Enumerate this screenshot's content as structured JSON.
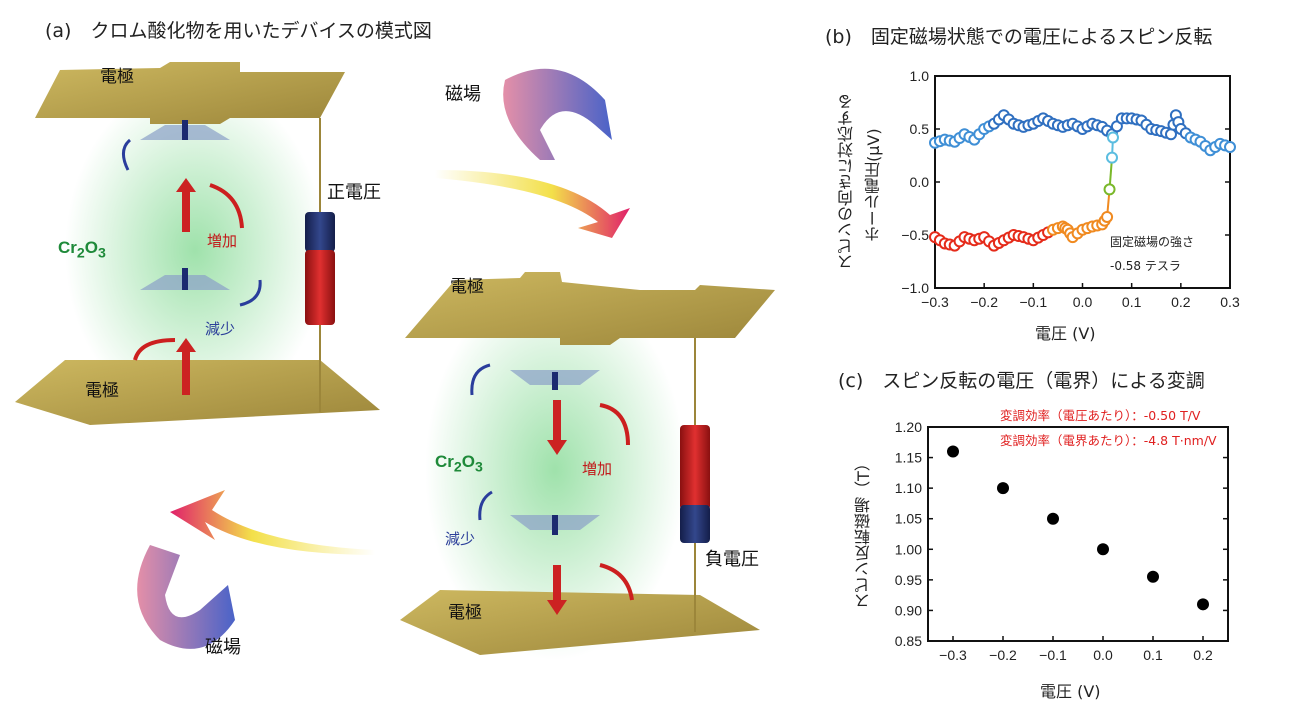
{
  "panel_a": {
    "title": "(a)　クロム酸化物を用いたデバイスの模式図",
    "device1": {
      "top_electrode": "電極",
      "bottom_electrode": "電極",
      "material_prefix": "Cr",
      "material_sub1": "2",
      "material_mid": "O",
      "material_sub2": "3",
      "increase": "増加",
      "decrease": "減少",
      "voltage": "正電圧"
    },
    "device2": {
      "top_electrode": "電極",
      "bottom_electrode": "電極",
      "material_prefix": "Cr",
      "material_sub1": "2",
      "material_mid": "O",
      "material_sub2": "3",
      "increase": "増加",
      "decrease": "減少",
      "voltage": "負電圧"
    },
    "magnet_top": "磁場",
    "magnet_bottom": "磁場"
  },
  "chart_data": [
    {
      "id": "b",
      "type": "scatter",
      "title": "(b)　固定磁場状態での電圧によるスピン反転",
      "xlabel": "電圧 (V)",
      "ylabel_line1": "スピンの向きに対応する",
      "ylabel_line2": "ホール電圧(μV)",
      "xlim": [
        -0.3,
        0.3
      ],
      "ylim": [
        -1.0,
        1.0
      ],
      "xticks": [
        "−0.3",
        "−0.2",
        "−0.1",
        "0.0",
        "0.1",
        "0.2",
        "0.3"
      ],
      "yticks": [
        "1.0",
        "0.5",
        "0.0",
        "−0.5",
        "−1.0"
      ],
      "annotation_line1": "固定磁場の強さ",
      "annotation_line2": "-0.58 テスラ",
      "series": [
        {
          "name": "upper",
          "x": [
            -0.3,
            -0.28,
            -0.26,
            -0.24,
            -0.22,
            -0.2,
            -0.18,
            -0.16,
            -0.14,
            -0.12,
            -0.1,
            -0.08,
            -0.06,
            -0.04,
            -0.02,
            0.0,
            0.02,
            0.04,
            0.06,
            0.08,
            0.1,
            0.12,
            0.14,
            0.16,
            0.18,
            0.19,
            0.2,
            0.22,
            0.24,
            0.26,
            0.28,
            0.3
          ],
          "y": [
            0.37,
            0.4,
            0.38,
            0.45,
            0.4,
            0.5,
            0.55,
            0.63,
            0.55,
            0.52,
            0.55,
            0.6,
            0.55,
            0.52,
            0.55,
            0.5,
            0.55,
            0.52,
            0.45,
            0.6,
            0.6,
            0.58,
            0.5,
            0.48,
            0.45,
            0.63,
            0.5,
            0.42,
            0.38,
            0.3,
            0.36,
            0.33
          ]
        },
        {
          "name": "lower",
          "x": [
            -0.3,
            -0.28,
            -0.26,
            -0.24,
            -0.22,
            -0.2,
            -0.18,
            -0.16,
            -0.14,
            -0.12,
            -0.1,
            -0.08,
            -0.06,
            -0.04,
            -0.03,
            -0.02,
            0.0,
            0.02,
            0.04,
            0.05
          ],
          "y": [
            -0.52,
            -0.58,
            -0.6,
            -0.52,
            -0.55,
            -0.52,
            -0.6,
            -0.55,
            -0.5,
            -0.52,
            -0.55,
            -0.5,
            -0.45,
            -0.42,
            -0.45,
            -0.52,
            -0.45,
            -0.42,
            -0.4,
            -0.33
          ]
        },
        {
          "name": "transition",
          "x": [
            0.055,
            0.06,
            0.062
          ],
          "y": [
            -0.07,
            0.23,
            0.42
          ]
        }
      ]
    },
    {
      "id": "c",
      "type": "scatter",
      "title": "(c)　スピン反転の電圧（電界）による変調",
      "xlabel": "電圧 (V)",
      "ylabel": "スピン反転磁場（T）",
      "xlim": [
        -0.35,
        0.25
      ],
      "ylim": [
        0.85,
        1.2
      ],
      "xticks": [
        "−0.3",
        "−0.2",
        "−0.1",
        "0.0",
        "0.1",
        "0.2"
      ],
      "yticks": [
        "1.20",
        "1.15",
        "1.10",
        "1.05",
        "1.00",
        "0.95",
        "0.90",
        "0.85"
      ],
      "x": [
        -0.3,
        -0.2,
        -0.1,
        0.0,
        0.1,
        0.2
      ],
      "y": [
        1.16,
        1.1,
        1.05,
        1.0,
        0.955,
        0.91
      ],
      "annotation_line1": "変調効率（電圧あたり）：-0.50 T/V",
      "annotation_line2": "変調効率（電界あたり）：-4.8 T·nm/V"
    }
  ],
  "colors": {
    "gold": "#b9a24a",
    "green_glow": "#7fd88f",
    "red_arrow": "#cc1f1f",
    "blue_arrow": "#2a3d9c",
    "annotation": "#e02020",
    "upper_series": "#2f6fc0",
    "lower_series": "#e52b1a",
    "orange": "#f08a20",
    "lime": "#7ab82a",
    "cyan": "#5bbde0"
  }
}
